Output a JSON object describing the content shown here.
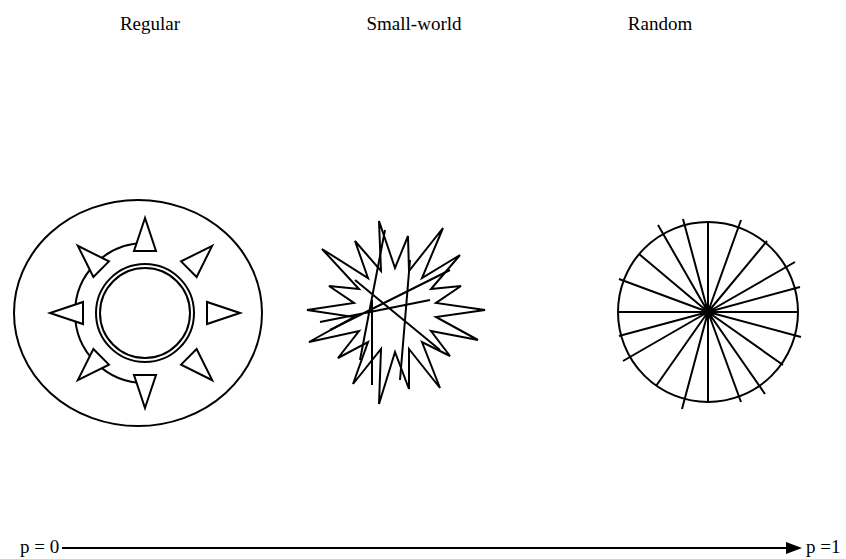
{
  "diagram": {
    "labels": [
      "Regular",
      "Small-world",
      "Random",
      "p = 0",
      "p =1"
    ]
  }
}
